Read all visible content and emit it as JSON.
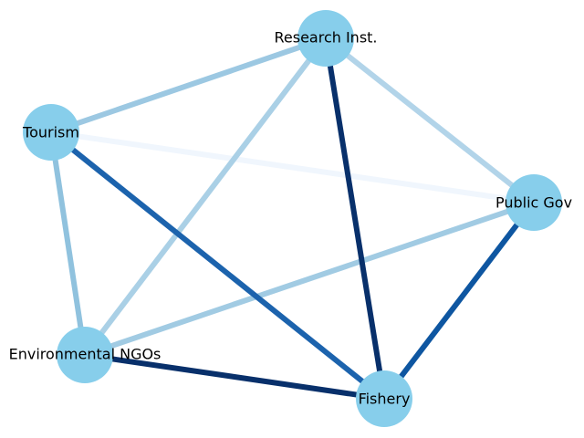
{
  "diagram": {
    "node_color": "#87ceeb",
    "nodes": [
      {
        "id": "research",
        "label": "Research Inst."
      },
      {
        "id": "tourism",
        "label": "Tourism"
      },
      {
        "id": "publicgov",
        "label": "Public Gov"
      },
      {
        "id": "ngos",
        "label": "Environmental NGOs"
      },
      {
        "id": "fishery",
        "label": "Fishery"
      }
    ],
    "edges": [
      {
        "source": "tourism",
        "target": "publicgov",
        "color": "#f0f6fd"
      },
      {
        "source": "research",
        "target": "tourism",
        "color": "#9cc8e2"
      },
      {
        "source": "research",
        "target": "ngos",
        "color": "#aad0e6"
      },
      {
        "source": "research",
        "target": "publicgov",
        "color": "#b2d4e9"
      },
      {
        "source": "tourism",
        "target": "ngos",
        "color": "#90c2de"
      },
      {
        "source": "ngos",
        "target": "publicgov",
        "color": "#a1cbe3"
      },
      {
        "source": "tourism",
        "target": "fishery",
        "color": "#1c63ad"
      },
      {
        "source": "publicgov",
        "target": "fishery",
        "color": "#0e56a1"
      },
      {
        "source": "research",
        "target": "fishery",
        "color": "#08306b"
      },
      {
        "source": "ngos",
        "target": "fishery",
        "color": "#08306b"
      }
    ]
  }
}
